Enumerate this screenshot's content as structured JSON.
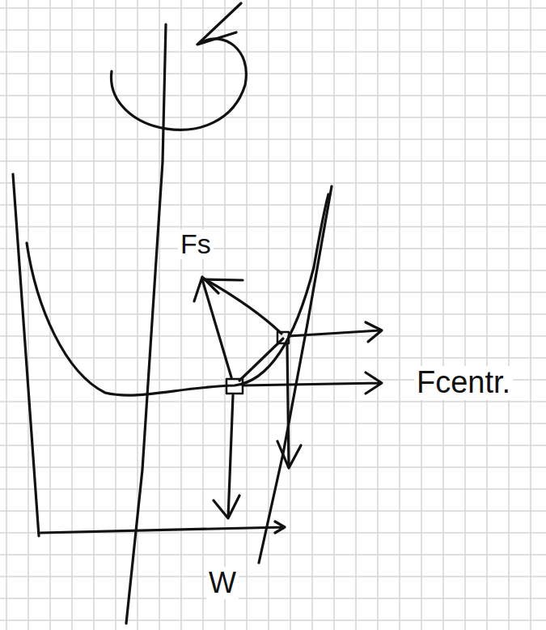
{
  "diagram": {
    "labels": [
      "Fs",
      "Fcentr.",
      "W"
    ]
  }
}
